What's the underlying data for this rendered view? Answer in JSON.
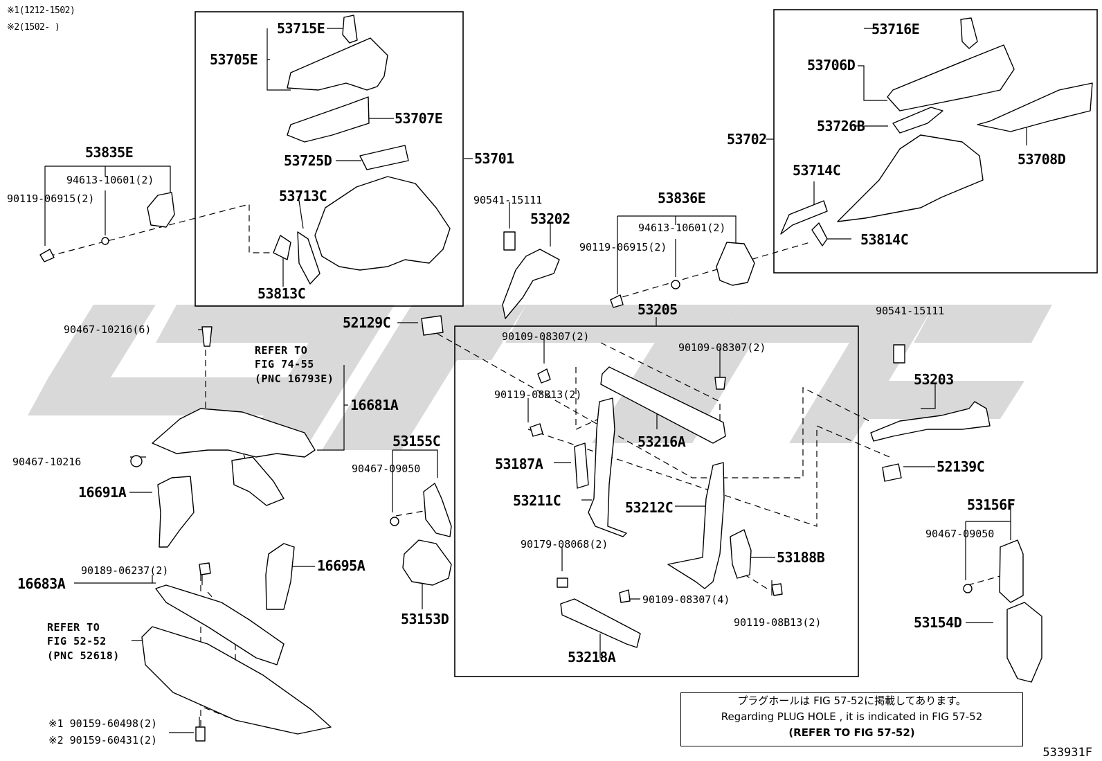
{
  "legend": {
    "line1": "※1(1212-1502)",
    "line2": "※2(1502-     )"
  },
  "labels": {
    "p53715E": "53715E",
    "p53705E": "53705E",
    "p53707E": "53707E",
    "p53725D": "53725D",
    "p53713C": "53713C",
    "p53813C": "53813C",
    "p53701": "53701",
    "p53835E": "53835E",
    "p94613_10601_l": "94613-10601(2)",
    "p90119_06915_l": "90119-06915(2)",
    "p90541_15111_l": "90541-15111",
    "p53202": "53202",
    "p53836E": "53836E",
    "p94613_10601_r": "94613-10601(2)",
    "p90119_06915_r": "90119-06915(2)",
    "p53716E": "53716E",
    "p53706D": "53706D",
    "p53726B": "53726B",
    "p53702": "53702",
    "p53714C": "53714C",
    "p53708D": "53708D",
    "p53814C": "53814C",
    "p53205": "53205",
    "p52129C": "52129C",
    "p90541_15111_r": "90541-15111",
    "p90467_10216_6": "90467-10216(6)",
    "refer1_a": "REFER TO",
    "refer1_b": "FIG 74-55",
    "refer1_c": "(PNC 16793E)",
    "p16681A": "16681A",
    "p90109_08307_a": "90109-08307(2)",
    "p90109_08307_b": "90109-08307(2)",
    "p90119_08B13_a": "90119-08B13(2)",
    "p53203": "53203",
    "p90467_10216": "90467-10216",
    "p53155C": "53155C",
    "p90467_09050_l": "90467-09050",
    "p53216A": "53216A",
    "p53187A": "53187A",
    "p52139C": "52139C",
    "p16691A": "16691A",
    "p53211C": "53211C",
    "p53212C": "53212C",
    "p53156F": "53156F",
    "p90467_09050_r": "90467-09050",
    "p90179_08068": "90179-08068(2)",
    "p53188B": "53188B",
    "p16695A": "16695A",
    "p16683A": "16683A",
    "p90189_06237": "90189-06237(2)",
    "p90109_08307_4": "90109-08307(4)",
    "p53153D": "53153D",
    "p90119_08B13_b": "90119-08B13(2)",
    "p53154D": "53154D",
    "refer2_a": "REFER TO",
    "refer2_b": "FIG 52-52",
    "refer2_c": "(PNC 52618)",
    "p53218A": "53218A",
    "p90159_60498": "※1 90159-60498(2)",
    "p90159_60431": "※2 90159-60431(2)"
  },
  "note": {
    "line_ja": "プラグホールは FIG 57-52に掲載してあります。",
    "line_en": "Regarding PLUG HOLE , it is indicated in FIG 57-52",
    "line_ref": "(REFER TO FIG 57-52)"
  },
  "figure_number": "533931F"
}
